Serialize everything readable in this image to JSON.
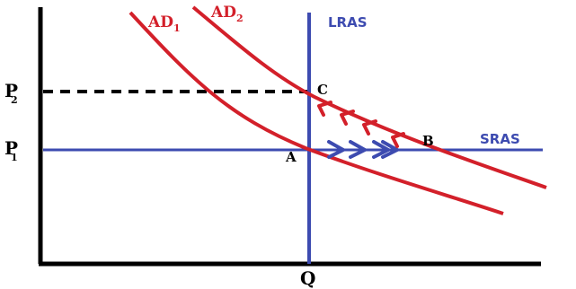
{
  "diagram": {
    "axis_labels": {
      "p2": "P",
      "p2_sub": "2",
      "p1": "P",
      "p1_sub": "1",
      "q": "Q"
    },
    "curve_labels": {
      "ad1": "AD",
      "ad1_sub": "1",
      "ad2": "AD",
      "ad2_sub": "2",
      "lras": "LRAS",
      "sras": "SRAS"
    },
    "point_labels": {
      "a": "A",
      "b": "B",
      "c": "C"
    },
    "colors": {
      "axis": "#000000",
      "ad": "#d3202a",
      "supply": "#3d4bb0",
      "arrows_to_b": "#3d4bb0",
      "arrows_to_c": "#d3202a",
      "dashed": "#000000",
      "label_red": "#d3202a",
      "label_blue": "#3d4bb0",
      "label_black": "#000000"
    }
  }
}
